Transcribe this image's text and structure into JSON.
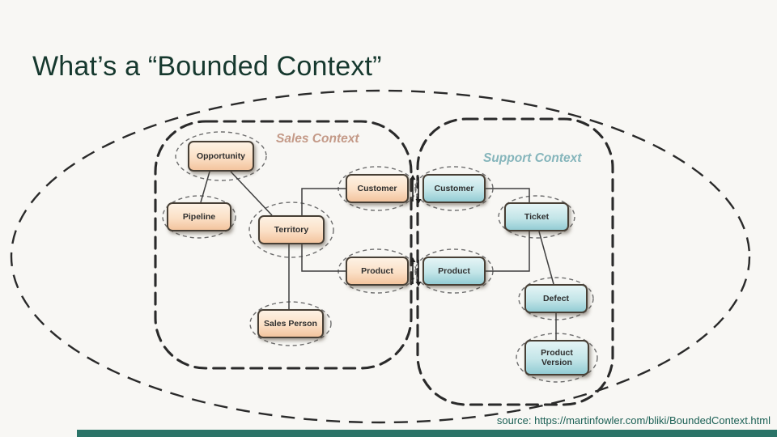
{
  "slide": {
    "title": "What’s a “Bounded Context”",
    "source_label": "source: https://martinfowler.com/bliki/BoundedContext.html"
  },
  "diagram": {
    "sales_region_label": "Sales Context",
    "support_region_label": "Support Context",
    "nodes": [
      {
        "id": "opportunity",
        "label": "Opportunity",
        "context": "sales"
      },
      {
        "id": "pipeline",
        "label": "Pipeline",
        "context": "sales"
      },
      {
        "id": "territory",
        "label": "Territory",
        "context": "sales"
      },
      {
        "id": "customer-sales",
        "label": "Customer",
        "context": "sales"
      },
      {
        "id": "product-sales",
        "label": "Product",
        "context": "sales"
      },
      {
        "id": "sales-person",
        "label": "Sales Person",
        "context": "sales"
      },
      {
        "id": "customer-support",
        "label": "Customer",
        "context": "support"
      },
      {
        "id": "ticket",
        "label": "Ticket",
        "context": "support"
      },
      {
        "id": "product-support",
        "label": "Product",
        "context": "support"
      },
      {
        "id": "defect",
        "label": "Defect",
        "context": "support"
      },
      {
        "id": "product-version",
        "label": "Product Version",
        "context": "support"
      }
    ],
    "edges": [
      [
        "opportunity",
        "pipeline"
      ],
      [
        "opportunity",
        "territory"
      ],
      [
        "territory",
        "customer-sales"
      ],
      [
        "territory",
        "product-sales"
      ],
      [
        "territory",
        "sales-person"
      ],
      [
        "customer-sales",
        "customer-support"
      ],
      [
        "product-sales",
        "product-support"
      ],
      [
        "customer-support",
        "ticket"
      ],
      [
        "product-support",
        "ticket"
      ],
      [
        "ticket",
        "defect"
      ],
      [
        "defect",
        "product-version"
      ]
    ]
  },
  "colors": {
    "title_color": "#16382e",
    "sales_label_color": "#c49a88",
    "support_label_color": "#85b5bb",
    "sales_box_top": "#fdf2e4",
    "sales_box_bottom": "#f3c49e",
    "support_box_top": "#e4f4f5",
    "support_box_bottom": "#93ccd4",
    "node_text_color": "#2e2e2e",
    "boundary_color": "#2a2a2a",
    "halo_color": "#6e6e6e",
    "footer_bar_color": "#2b7468",
    "source_color": "#1d6156"
  }
}
